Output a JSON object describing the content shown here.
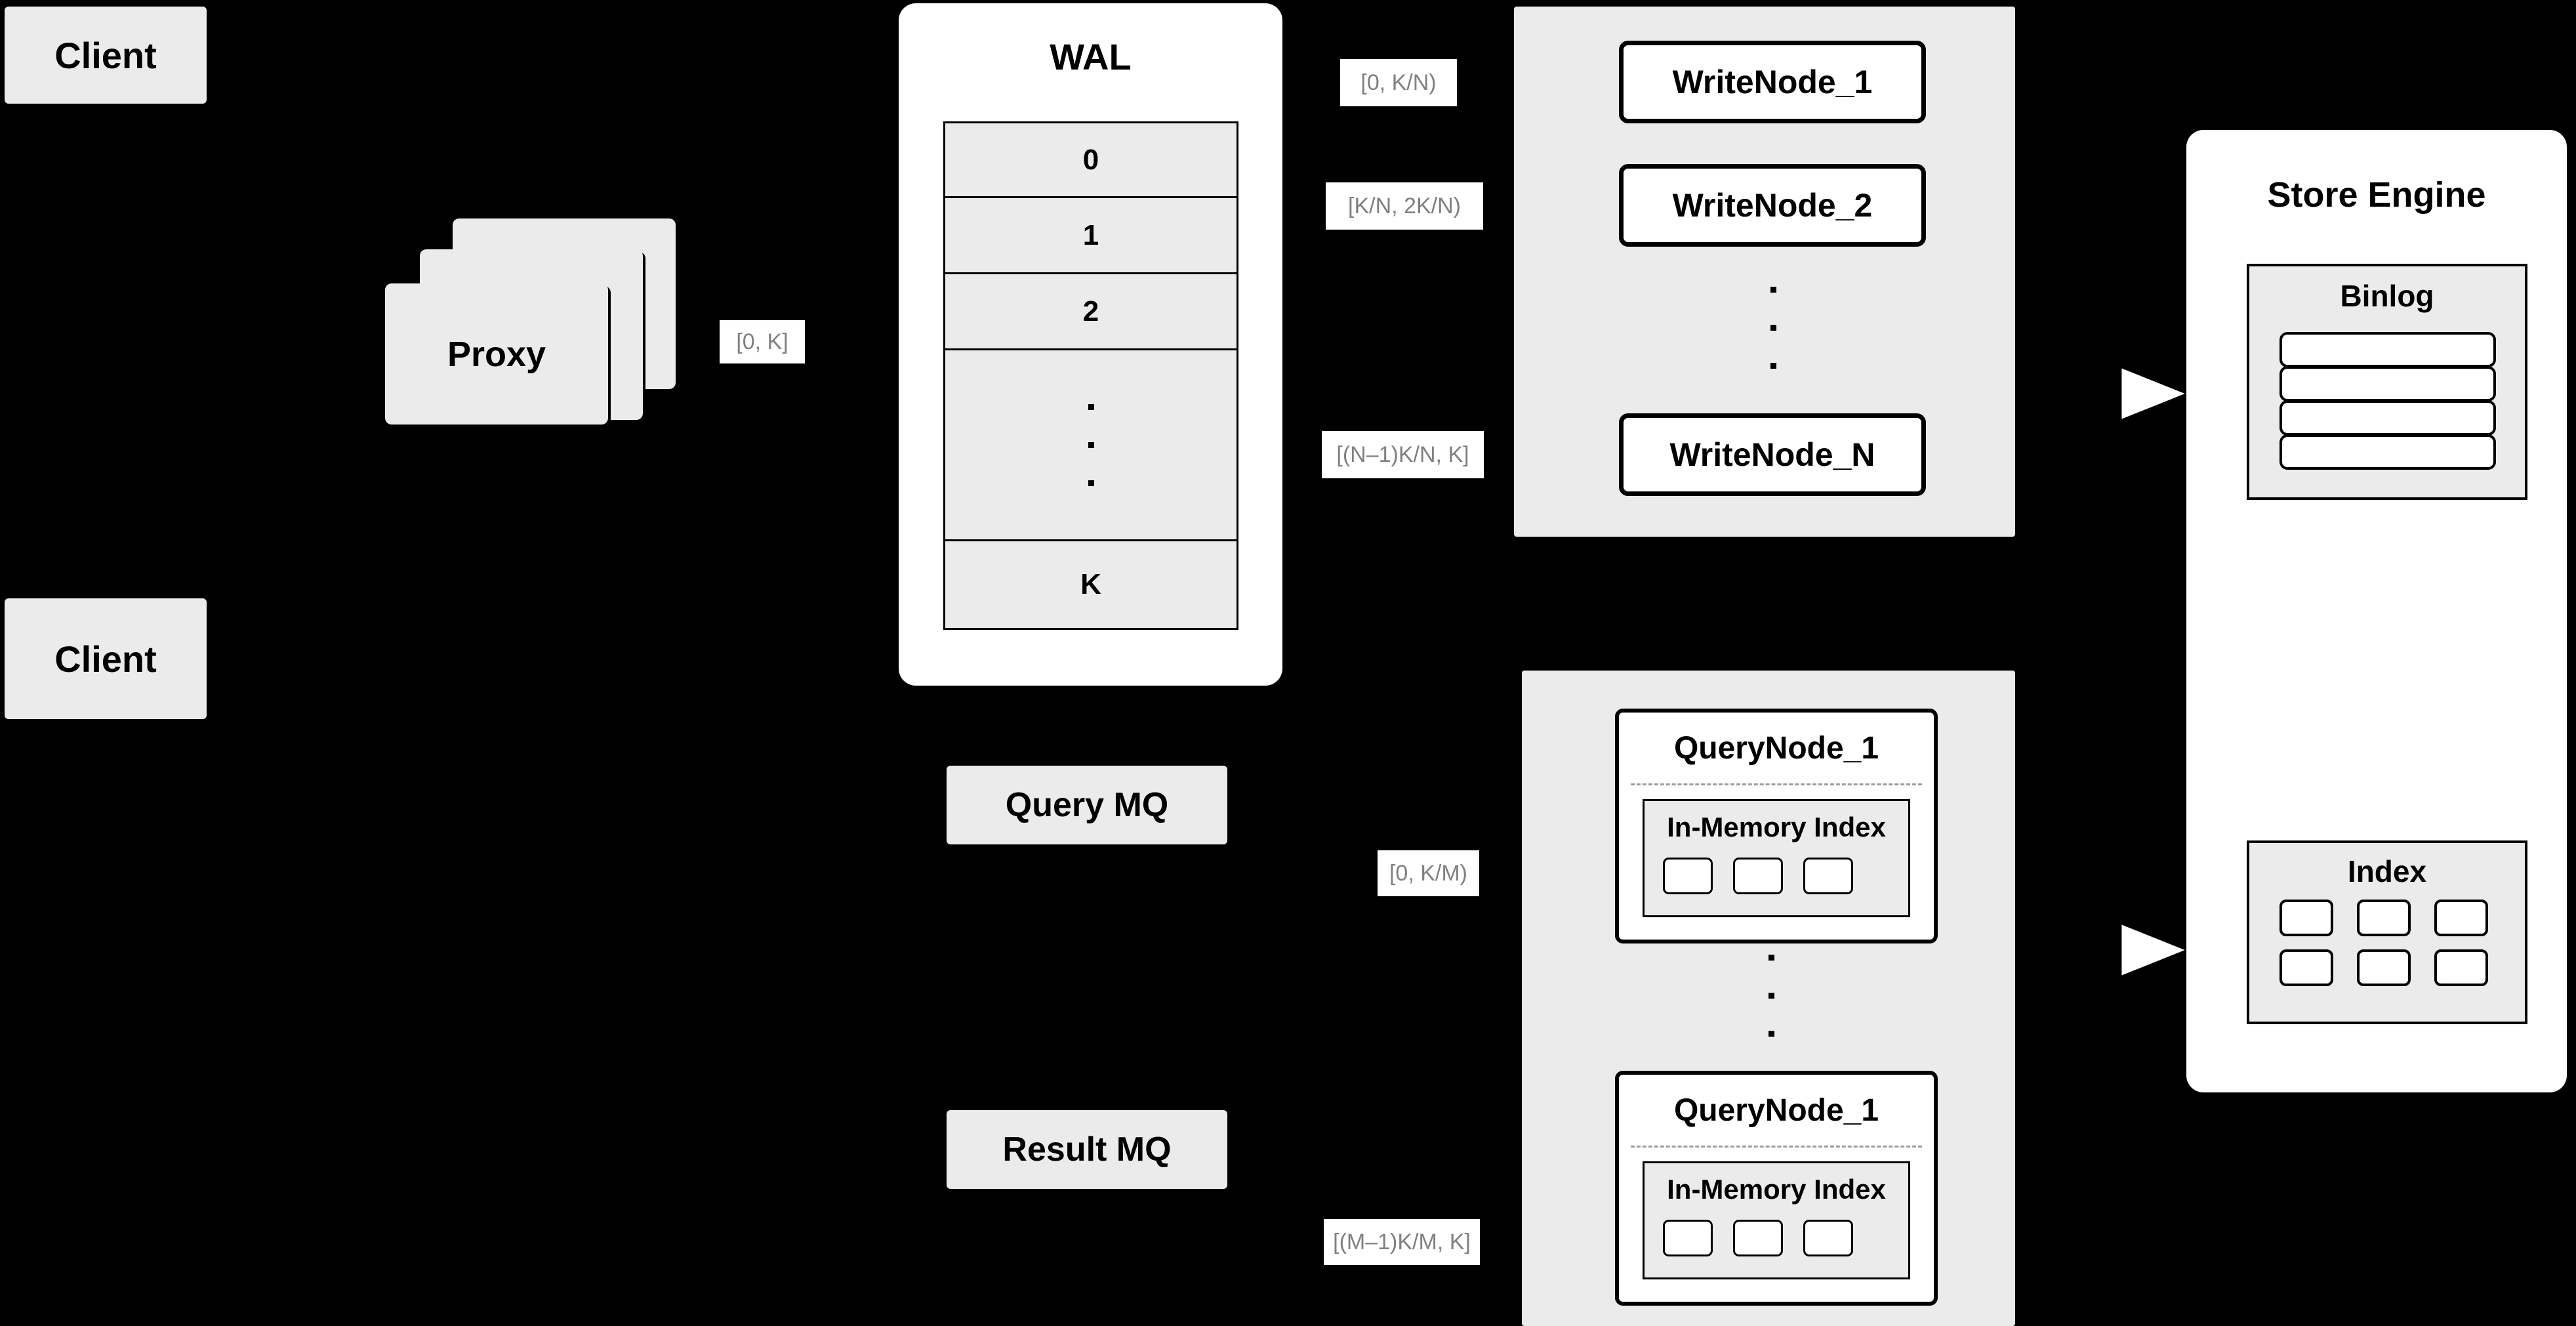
{
  "diagram": {
    "title": "Distributed Vector Database Write/Query Architecture",
    "background_color": "#000000",
    "node_fill_gray": "#ebebeb",
    "node_fill_white": "#ffffff",
    "stroke_color": "#000000",
    "label_text_color": "#808080"
  },
  "clients": [
    {
      "label": "Client"
    },
    {
      "label": "Client"
    }
  ],
  "proxy": {
    "label": "Proxy",
    "stack_count": 3
  },
  "wal": {
    "title": "WAL",
    "rows": [
      "0",
      "1",
      "2",
      "⋮",
      "K"
    ],
    "ellipsis_row_index": 3
  },
  "edge_labels": {
    "proxy_to_wal": "[0, K]",
    "wal_to_writenode_1": "[0,  K/N)",
    "wal_to_writenode_2": "[K/N, 2K/N)",
    "wal_to_writenode_n": "[(N–1)K/N,  K]",
    "mq_to_querynode_1": "[0, K/M)",
    "mq_to_querynode_m": "[(M–1)K/M, K]"
  },
  "write_group": {
    "nodes": [
      {
        "label": "WriteNode_1"
      },
      {
        "label": "WriteNode_2"
      },
      {
        "label": "WriteNode_N"
      }
    ],
    "has_vertical_ellipsis": true
  },
  "message_queues": [
    {
      "label": "Query MQ"
    },
    {
      "label": "Result MQ"
    }
  ],
  "query_group": {
    "nodes": [
      {
        "label": "QueryNode_1",
        "index": {
          "title": "In-Memory Index",
          "cell_count": 3
        }
      },
      {
        "label": "QueryNode_1",
        "index": {
          "title": "In-Memory Index",
          "cell_count": 3
        }
      }
    ],
    "has_vertical_ellipsis": true
  },
  "store_engine": {
    "title": "Store Engine",
    "panels": [
      {
        "title": "Binlog",
        "rows": 4,
        "layout": "stacked"
      },
      {
        "title": "Index",
        "cells": 6,
        "columns": 3,
        "layout": "grid"
      }
    ]
  }
}
